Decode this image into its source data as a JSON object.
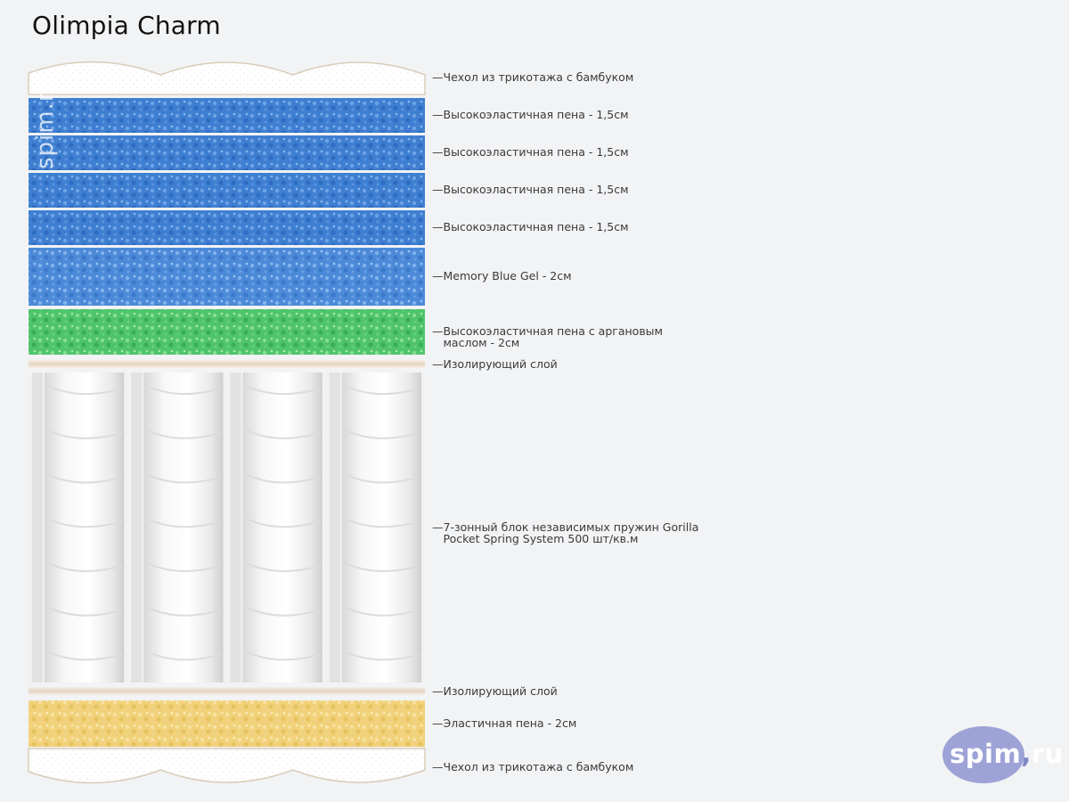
{
  "title": "Olimpia Charm",
  "watermark": "spim.ru",
  "logo": {
    "brand": "spim",
    "sep": ",",
    "tld": "ru"
  },
  "colors": {
    "background": "#f2f3f5",
    "cover": "#ffffff",
    "high_elastic_foam": "#3f7fd1",
    "memory_gel": "#4c8ad9",
    "argan_foam": "#4fc46b",
    "insulating": "#e8ddd0",
    "springs": "#ededed",
    "elastic_foam": "#f1d27a",
    "logo": "#9da3d6"
  },
  "layers": [
    {
      "type": "cover-top",
      "label": "Чехол из трикотажа с бамбуком"
    },
    {
      "type": "foam-blue",
      "label": "Высокоэластичная пена - 1,5см"
    },
    {
      "type": "foam-blue",
      "label": "Высокоэластичная пена - 1,5см"
    },
    {
      "type": "foam-blue",
      "label": "Высокоэластичная пена - 1,5см"
    },
    {
      "type": "foam-blue",
      "label": "Высокоэластичная пена - 1,5см"
    },
    {
      "type": "gel-blue",
      "label": "Memory Blue Gel - 2см"
    },
    {
      "type": "foam-green",
      "label": "Высокоэластичная пена с аргановым маслом - 2см"
    },
    {
      "type": "insulating",
      "label": "Изолирующий слой"
    },
    {
      "type": "springs",
      "label": "7-зонный блок независимых пружин Gorilla Pocket Spring System 500 шт/кв.м"
    },
    {
      "type": "insulating",
      "label": "Изолирующий слой"
    },
    {
      "type": "foam-yellow",
      "label": "Эластичная пена - 2см"
    },
    {
      "type": "cover-bottom",
      "label": "Чехол из трикотажа с бамбуком"
    }
  ]
}
